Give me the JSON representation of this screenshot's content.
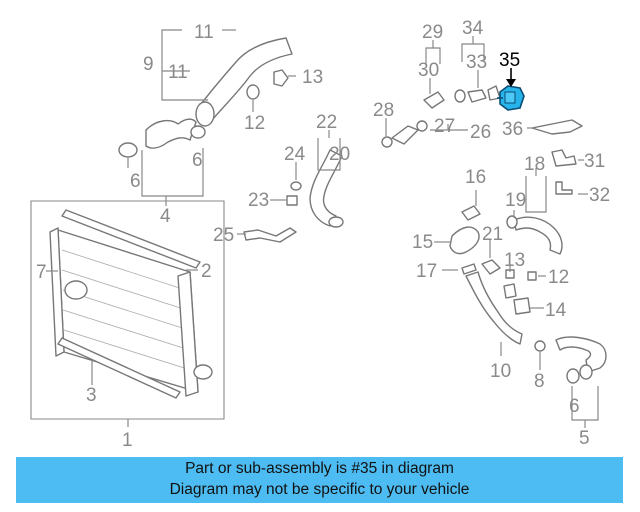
{
  "diagram": {
    "callouts": [
      "1",
      "2",
      "3",
      "4",
      "5",
      "6",
      "6",
      "6",
      "7",
      "8",
      "9",
      "10",
      "11",
      "11",
      "12",
      "12",
      "13",
      "13",
      "14",
      "15",
      "16",
      "17",
      "18",
      "19",
      "20",
      "21",
      "22",
      "23",
      "24",
      "25",
      "26",
      "27",
      "28",
      "29",
      "30",
      "31",
      "32",
      "33",
      "34",
      "35",
      "36"
    ],
    "highlighted_part": "35",
    "highlight_color": "#27b4ea",
    "icons": [
      "pointer-arrow-icon"
    ]
  },
  "banner": {
    "line1": "Part or sub-assembly is #35 in diagram",
    "line2": "Diagram may not be specific to your vehicle",
    "background": "#4dbcf2"
  }
}
